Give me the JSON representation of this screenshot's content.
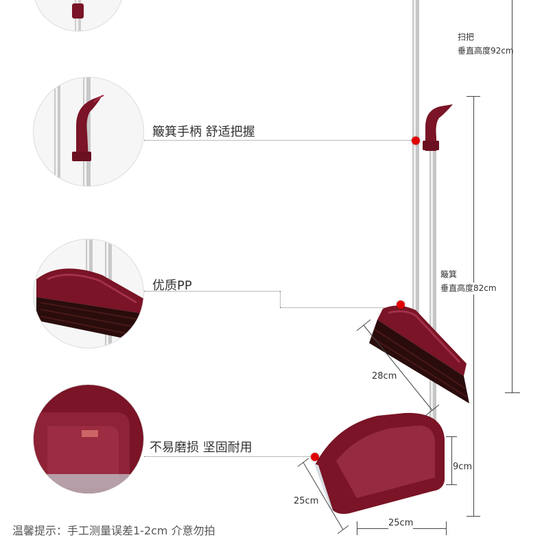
{
  "callouts": [
    {
      "id": "handle",
      "label": "簸箕手柄 舒适把握"
    },
    {
      "id": "pp",
      "label": "优质PP"
    },
    {
      "id": "durable",
      "label": "不易磨损 坚固耐用"
    }
  ],
  "dimensions": {
    "broom_name": "扫把",
    "broom_height": "垂直高度92cm",
    "dustpan_name": "簸箕",
    "dustpan_height": "垂直高度82cm",
    "brush_width": "28cm",
    "pan_height": "9cm",
    "pan_depth": "25cm",
    "pan_width": "25cm"
  },
  "footer_note": "温馨提示：手工测量误差1-2cm 介意勿拍",
  "colors": {
    "product": "#7a1426",
    "bristle": "#2a0c0c",
    "pole": "#c9c9c9",
    "marker": "#e00000"
  }
}
